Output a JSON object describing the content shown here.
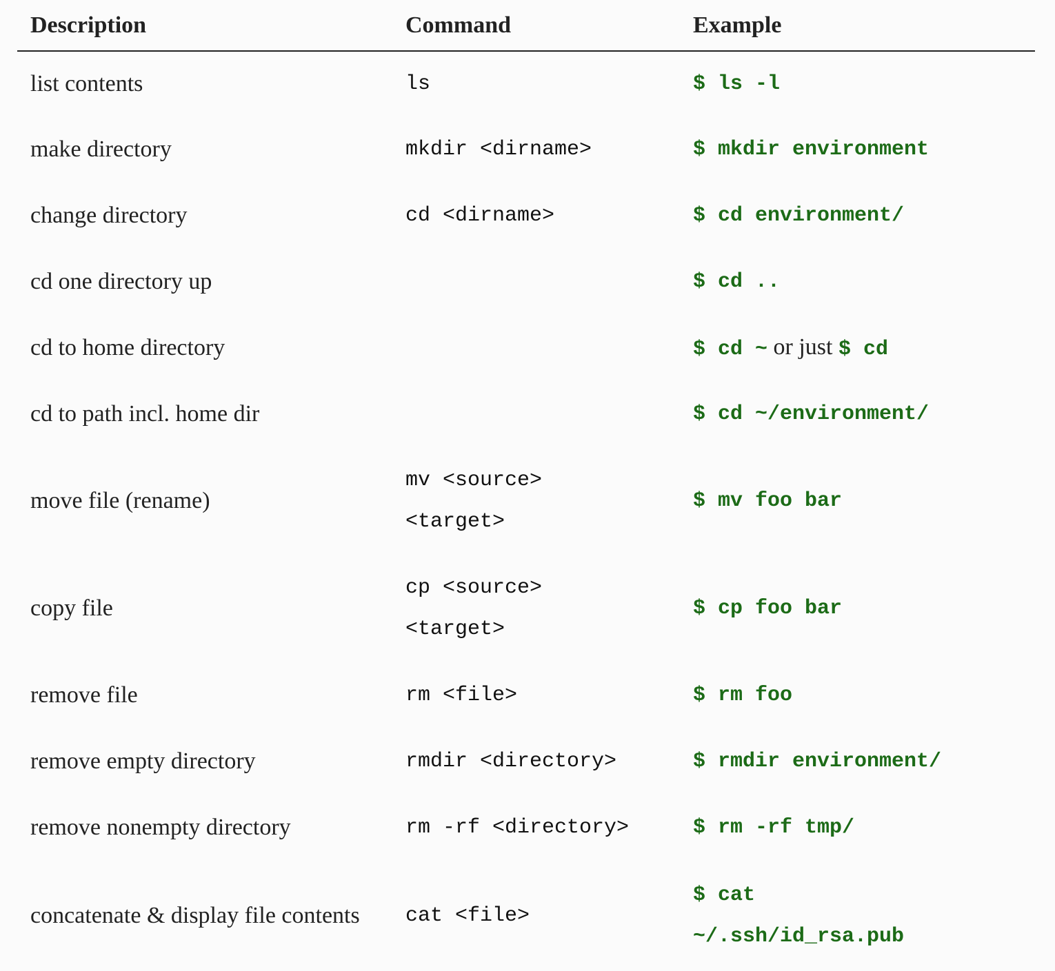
{
  "headers": {
    "description": "Description",
    "command": "Command",
    "example": "Example"
  },
  "rows": [
    {
      "description": "list contents",
      "command": "ls",
      "example": "$ ls -l"
    },
    {
      "description": "make directory",
      "command": "mkdir <dirname>",
      "example": "$ mkdir environment"
    },
    {
      "description": "change directory",
      "command": "cd <dirname>",
      "example": "$ cd environment/"
    },
    {
      "description": "cd one directory up",
      "command": "",
      "example": "$ cd .."
    },
    {
      "description": "cd to home directory",
      "command": "",
      "example": "$ cd ~",
      "example_sep": " or just ",
      "example_alt": "$ cd"
    },
    {
      "description": "cd to path incl. home dir",
      "command": "",
      "example": "$ cd ~/environment/"
    },
    {
      "description": "move file (rename)",
      "command": "mv <source>\n<target>",
      "example": "$ mv foo bar"
    },
    {
      "description": "copy file",
      "command": "cp <source>\n<target>",
      "example": "$ cp foo bar"
    },
    {
      "description": "remove file",
      "command": "rm <file>",
      "example": "$ rm foo"
    },
    {
      "description": "remove empty directory",
      "command": "rmdir <directory>",
      "example": "$ rmdir environment/"
    },
    {
      "description": "remove nonempty directory",
      "command": "rm -rf <directory>",
      "example": "$ rm -rf tmp/"
    },
    {
      "description": "concatenate & display file contents",
      "command": "cat <file>",
      "example": "$ cat\n~/.ssh/id_rsa.pub"
    }
  ],
  "colors": {
    "example_text": "#1c6b17",
    "body_text": "#222222",
    "background": "#fbfbfb"
  }
}
